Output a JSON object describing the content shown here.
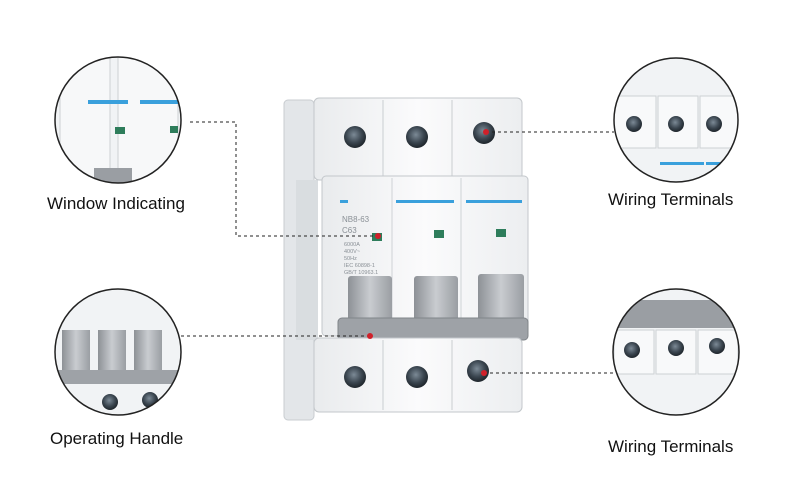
{
  "labels": {
    "window_indicating": "Window Indicating",
    "wiring_terminals_top": "Wiring Terminals",
    "operating_handle": "Operating Handle",
    "wiring_terminals_bottom": "Wiring Terminals"
  },
  "breaker": {
    "model": "NB8-63",
    "rating": "C63",
    "spec_lines": [
      "6000A",
      "400V~",
      "50Hz",
      "IEC 60898-1",
      "GB/T 10963.1"
    ],
    "accent_color": "#3aa0dc",
    "indicator_color": "#2e7d5b"
  },
  "callouts": {
    "marker_color": "#d0202a",
    "line_color": "#222222"
  }
}
